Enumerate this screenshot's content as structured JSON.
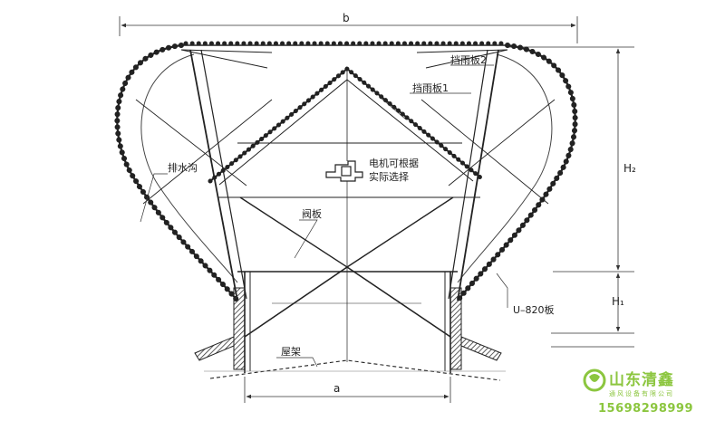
{
  "dimensions": {
    "b": "b",
    "a": "a",
    "h2": "H₂",
    "h1": "H₁"
  },
  "labels": {
    "rain_board_2": "挡雨板2",
    "rain_board_1": "挡雨板1",
    "motor_line1": "电机可根据",
    "motor_line2": "实际选择",
    "drain_channel": "排水沟",
    "valve_plate": "阀板",
    "u820_plate": "U–820板",
    "roof_frame": "屋架"
  },
  "watermark": {
    "company": "山东清鑫",
    "subtitle": "通风设备有限公司",
    "phone": "15698298999",
    "logo_color": "#8cc63f"
  }
}
